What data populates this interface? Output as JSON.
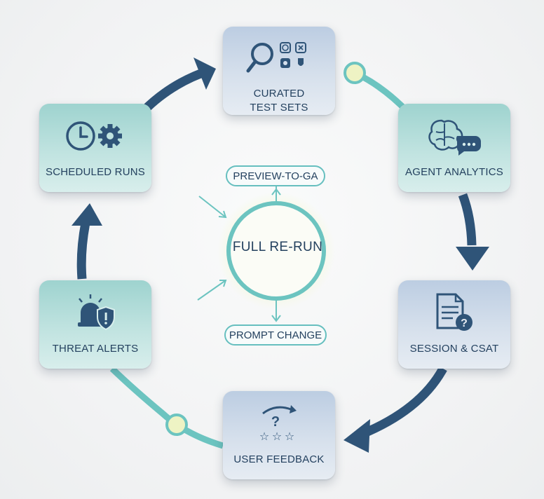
{
  "cycle": {
    "steps": [
      {
        "id": "curated",
        "label": "CURATED\nTEST SETS",
        "icon": "magnifier-with-badges-icon"
      },
      {
        "id": "analytics",
        "label": "AGENT ANALYTICS",
        "icon": "brain-chat-icon"
      },
      {
        "id": "session",
        "label": "SESSION & CSAT",
        "icon": "document-question-icon"
      },
      {
        "id": "feedback",
        "label": "USER FEEDBACK",
        "icon": "question-stars-icon"
      },
      {
        "id": "threat",
        "label": "THREAT ALERTS",
        "icon": "alarm-shield-icon"
      },
      {
        "id": "scheduled",
        "label": "SCHEDULED RUNS",
        "icon": "clock-gear-icon"
      }
    ]
  },
  "center": {
    "label": "FULL RE-RUN",
    "top_trigger": "PREVIEW-TO-GA",
    "bottom_trigger": "PROMPT CHANGE"
  },
  "colors": {
    "navy": "#2f5478",
    "teal": "#6cc4c0",
    "text": "#24415f"
  }
}
